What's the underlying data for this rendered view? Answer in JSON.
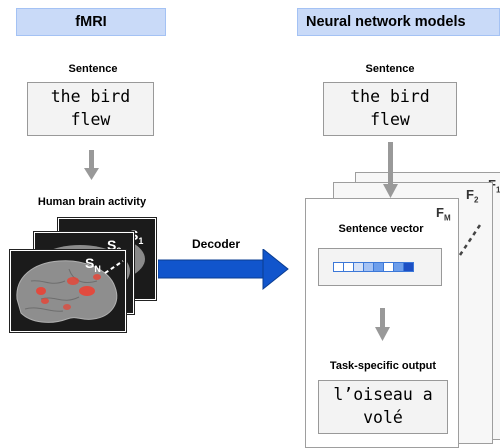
{
  "left_header": "fMRI",
  "right_header": "Neural network models",
  "left_sentence_label": "Sentence",
  "left_sentence_lines": [
    "the bird",
    "flew"
  ],
  "brain_label": "Human brain activity",
  "scans": [
    {
      "letter": "S",
      "sub": "1"
    },
    {
      "letter": "S",
      "sub": "2"
    },
    {
      "letter": "S",
      "sub": "N"
    }
  ],
  "decoder_label": "Decoder",
  "right_sentence_label": "Sentence",
  "right_sentence_lines": [
    "the bird",
    "flew"
  ],
  "models": [
    {
      "letter": "F",
      "sub": "1"
    },
    {
      "letter": "F",
      "sub": "2"
    },
    {
      "letter": "F",
      "sub": "M"
    }
  ],
  "sentence_vector_label": "Sentence vector",
  "vector_cells": [
    "#ffffff",
    "#ffffff",
    "#d6e2f7",
    "#a4c2f4",
    "#6d9eeb",
    "#ffffff",
    "#6d9eeb",
    "#1c4fc4"
  ],
  "task_output_label": "Task-specific output",
  "output_lines": [
    "l’oiseau a",
    "volé"
  ],
  "colors": {
    "header_fill": "#c9daf8",
    "arrow_gray": "#999999",
    "decoder_arrow": "#1155cc"
  }
}
